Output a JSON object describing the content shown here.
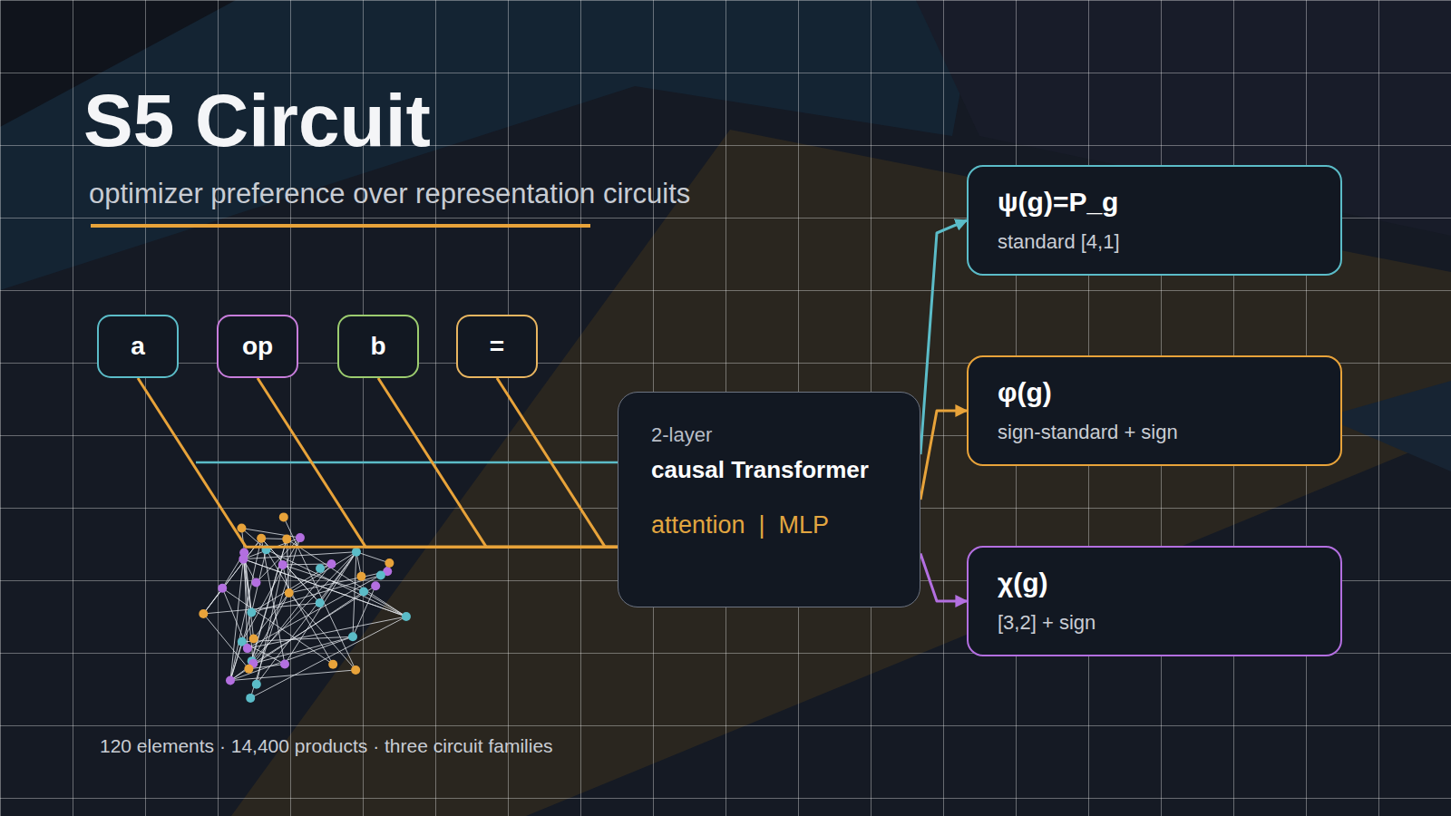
{
  "diagram": {
    "title": "S5 Circuit",
    "caption": "120 elements · 14,400 products · three circuit families",
    "nodes": [
      {
        "text": [
          "a"
        ]
      },
      {
        "text": [
          "op"
        ]
      },
      {
        "text": [
          "b"
        ]
      },
      {
        "text": [
          "="
        ]
      },
      {
        "text": [
          "2-layer",
          "causal Transformer",
          "attention  |  MLP"
        ]
      },
      {
        "text": [
          "ψ(g)=P_g",
          "standard [4,1]"
        ]
      },
      {
        "text": [
          "φ(g)",
          "sign-standard + sign"
        ]
      },
      {
        "text": [
          "χ(g)",
          "[3,2] + sign"
        ]
      }
    ],
    "edges": [
      {
        "from": 0,
        "to": 4,
        "arrow": "none"
      },
      {
        "from": 1,
        "to": 4,
        "arrow": "none"
      },
      {
        "from": 2,
        "to": 4,
        "arrow": "none"
      },
      {
        "from": 3,
        "to": 4,
        "arrow": "none"
      },
      {
        "from": 4,
        "to": 5,
        "arrow": "to"
      },
      {
        "from": 4,
        "to": 6,
        "arrow": "to"
      },
      {
        "from": 4,
        "to": 7,
        "arrow": "to"
      }
    ],
    "labels": [
      "optimizer preference over representation circuits"
    ]
  }
}
